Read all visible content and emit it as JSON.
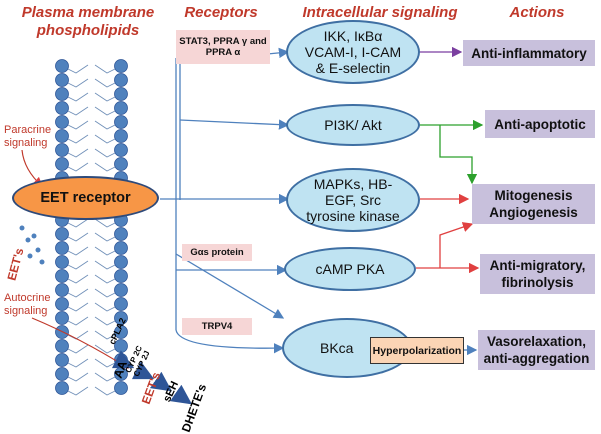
{
  "headers": {
    "membrane": "Plasma membrane phospholipids",
    "receptors": "Receptors",
    "signaling": "Intracellular signaling",
    "actions": "Actions"
  },
  "receptors": {
    "stat3": "STAT3, PPRA γ and PPRA α",
    "gas": "Gαs protein",
    "trpv4": "TRPV4"
  },
  "eet_receptor": "EET receptor",
  "side_labels": {
    "paracrine": "Paracrine signaling",
    "autocrine": "Autocrine signaling",
    "eets": "EET's"
  },
  "pathways": {
    "ikk": "IKK, IκBα VCAM-I, I-CAM & E-selectin",
    "pi3k": "PI3K/ Akt",
    "mapk": "MAPKs, HB-EGF, Src tyrosine kinase",
    "camp": "cAMP PKA",
    "bkca": "BKca"
  },
  "hyperpolarization": "Hyperpolarization",
  "actions": {
    "anti_inflammatory": "Anti-inflammatory",
    "anti_apoptotic": "Anti-apoptotic",
    "mitogenesis": "Mitogenesis Angiogenesis",
    "anti_migratory": "Anti-migratory, fibrinolysis",
    "vasorelaxation": "Vasorelaxation, anti-aggregation"
  },
  "metabolism": {
    "cpla2": "cPLA2",
    "aa": "AA",
    "cyp": "CYP 2C CYP 2J",
    "eets": "EET's",
    "seh": "sEH",
    "dhetes": "DHETE's"
  },
  "colors": {
    "header_red": "#c0392b",
    "membrane_blue": "#4f81bd",
    "ellipse_fill": "#bfe3f2",
    "action_fill": "#c8c0dc",
    "receptor_fill": "#f6d6d6",
    "eet_orange": "#f79646",
    "arrow_blue": "#4f81bd",
    "arrow_green": "#2ca02c",
    "arrow_red": "#e04040",
    "arrow_purple": "#7b3fa0"
  }
}
